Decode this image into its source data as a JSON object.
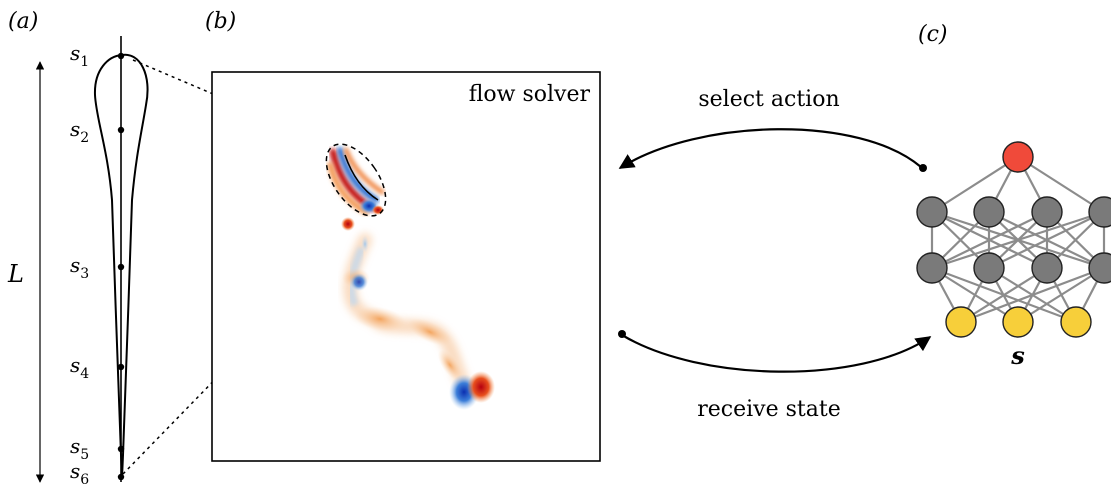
{
  "panels": {
    "a": "(a)",
    "b": "(b)",
    "c": "(c)"
  },
  "body_length_label": "L",
  "stations": [
    {
      "base": "s",
      "sub": "1"
    },
    {
      "base": "s",
      "sub": "2"
    },
    {
      "base": "s",
      "sub": "3"
    },
    {
      "base": "s",
      "sub": "4"
    },
    {
      "base": "s",
      "sub": "5"
    },
    {
      "base": "s",
      "sub": "6"
    }
  ],
  "solver_label": "flow solver",
  "arrows": {
    "top": "select action",
    "bottom": "receive state"
  },
  "network": {
    "state_label": "s",
    "colors": {
      "output": "#f04a3a",
      "hidden": "#7a7a7a",
      "input": "#f7cf3a",
      "edge": "#8c8c8c"
    }
  }
}
